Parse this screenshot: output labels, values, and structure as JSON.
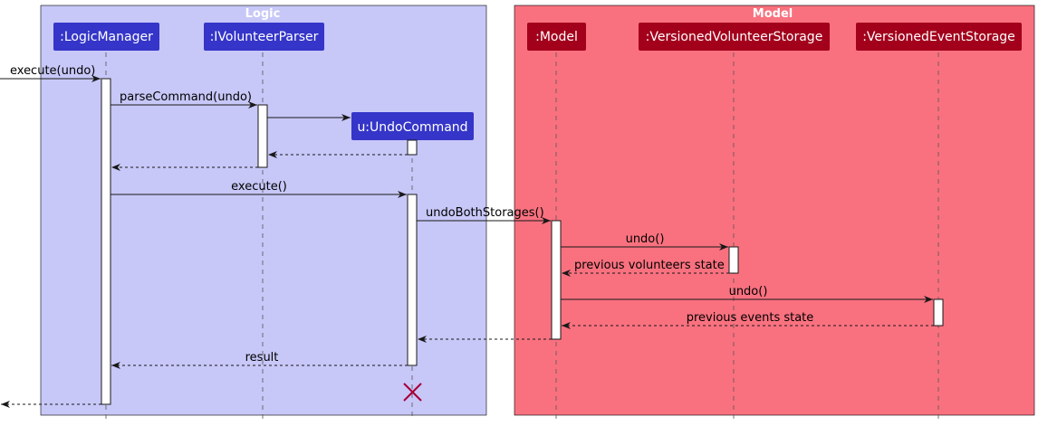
{
  "groups": {
    "logic": {
      "title": "Logic",
      "color": "#c7c7f8"
    },
    "model": {
      "title": "Model",
      "color": "#f9717f"
    }
  },
  "participants": {
    "logic_manager": ":LogicManager",
    "volunteer_parser": ":IVolunteerParser",
    "undo_command": "u:UndoCommand",
    "model": ":Model",
    "versioned_volunteer_storage": ":VersionedVolunteerStorage",
    "versioned_event_storage": ":VersionedEventStorage"
  },
  "messages": {
    "execute_undo": "execute(undo)",
    "parse_command": "parseCommand(undo)",
    "execute": "execute()",
    "undo_both_storages": "undoBothStorages()",
    "undo_volunteer": "undo()",
    "previous_volunteers_state": "previous volunteers state",
    "undo_event": "undo()",
    "previous_events_state": "previous events state",
    "result": "result"
  },
  "colors": {
    "logic_participant": "#3535c9",
    "model_participant": "#a3001c",
    "destroy_mark": "#a80036"
  }
}
